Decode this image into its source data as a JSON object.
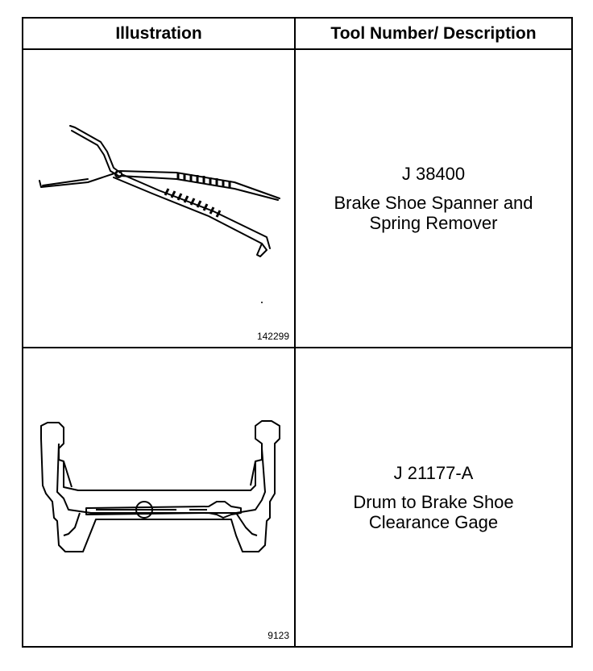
{
  "table": {
    "headers": {
      "illustration": "Illustration",
      "description": "Tool Number/ Description"
    },
    "rows": [
      {
        "figure_id": "142299",
        "tool_number": "J 38400",
        "description": [
          "Brake Shoe Spanner and",
          "Spring Remover"
        ]
      },
      {
        "figure_id": "9123",
        "tool_number": "J 21177-A",
        "description": [
          "Drum to Brake Shoe",
          "Clearance Gage"
        ]
      }
    ]
  }
}
